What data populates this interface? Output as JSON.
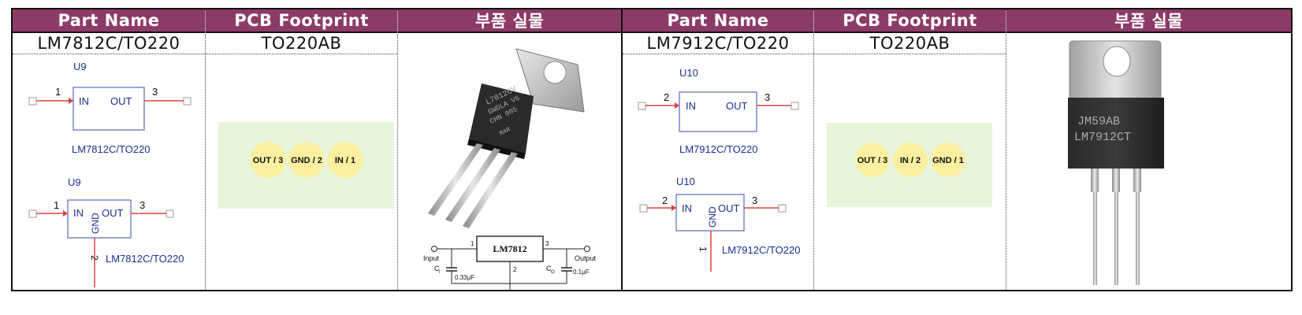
{
  "headers": {
    "part_name": "Part Name",
    "pcb_footprint": "PCB Footprint",
    "photo": "부품 실물"
  },
  "left": {
    "part": "LM7812C/TO220",
    "footprint": "TO220AB",
    "sym1": {
      "ref": "U9",
      "in_label": "IN",
      "out_label": "OUT",
      "pin_in": "1",
      "pin_out": "3",
      "value": "LM7812C/TO220"
    },
    "sym2": {
      "ref": "U9",
      "in_label": "IN",
      "out_label": "OUT",
      "gnd_label": "GND",
      "pin_in": "1",
      "pin_out": "3",
      "pin_gnd": "2",
      "value": "LM7812C/TO220"
    },
    "pads": [
      "OUT / 3",
      "GND / 2",
      "IN / 1"
    ],
    "chip_marking": [
      "L7812CV",
      "GWDLA V6",
      "CHN 005",
      "MAR"
    ],
    "circuit": {
      "ic": "LM7812",
      "input": "Input",
      "output": "Output",
      "pin1": "1",
      "pin2": "2",
      "pin3": "3",
      "cin_name": "C",
      "cin_sub": "I",
      "cin_val": "0.33μF",
      "cout_name": "C",
      "cout_sub": "O",
      "cout_val": "0.1μF"
    }
  },
  "right": {
    "part": "LM7912C/TO220",
    "footprint": "TO220AB",
    "sym1": {
      "ref": "U10",
      "in_label": "IN",
      "out_label": "OUT",
      "pin_in": "2",
      "pin_out": "3",
      "value": "LM7912C/TO220"
    },
    "sym2": {
      "ref": "U10",
      "in_label": "IN",
      "out_label": "OUT",
      "gnd_label": "GND",
      "pin_in": "2",
      "pin_out": "3",
      "pin_gnd": "1",
      "value": "LM7912C/TO220"
    },
    "pads": [
      "OUT / 3",
      "IN / 2",
      "GND / 1"
    ],
    "chip_marking": [
      "JM59AB",
      "LM7912CT"
    ]
  },
  "colors": {
    "header_bg": "#8c3a68",
    "symbol_blue": "#1a2f8c",
    "pin_red": "#e0403a",
    "pad_yellow": "#fbf0a0",
    "footprint_bg": "#e6f5dc"
  }
}
